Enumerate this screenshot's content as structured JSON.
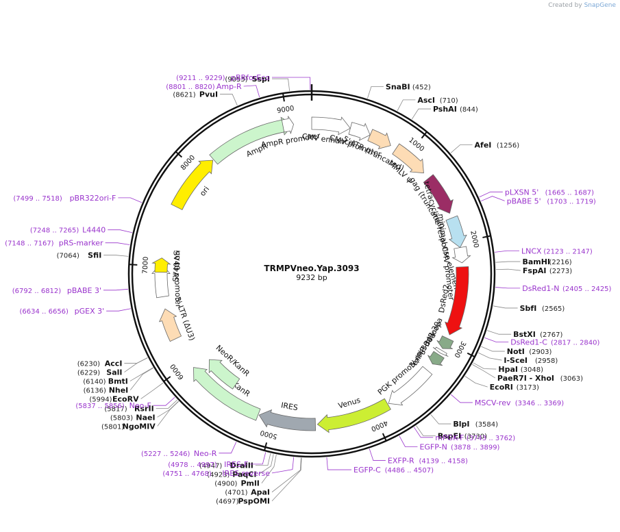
{
  "plasmid": {
    "name": "TRMPVneo.Yap.3093",
    "length_label": "9232 bp",
    "length": 9232
  },
  "brand": {
    "created_by": "Created by",
    "app": "SnapGene"
  },
  "colors": {
    "primer": "#9933cc",
    "backbone": "#111111",
    "label_text": "#111111"
  },
  "ticks": [
    "1000",
    "2000",
    "3000",
    "4000",
    "5000",
    "6000",
    "7000",
    "8000",
    "9000"
  ],
  "features": [
    {
      "name": "CMV enhancer",
      "start": 9232,
      "end": 380,
      "color": "#ffffff",
      "boxed_label": true
    },
    {
      "name": "CMV promoter",
      "start": 381,
      "end": 584,
      "color": "#ffffff"
    },
    {
      "name": "5' LTR (truncated)",
      "start": 585,
      "end": 810,
      "color": "#fddcb5"
    },
    {
      "name": "MMLV ψ",
      "start": 870,
      "end": 1230,
      "color": "#fddcb5"
    },
    {
      "name": "gag (truncated)",
      "start": 1300,
      "end": 1700,
      "color": "#9b2d65"
    },
    {
      "name": "tetracycline response element",
      "start": 1750,
      "end": 2050,
      "color": "#b8e0f0"
    },
    {
      "name": "minimal CMV promoter",
      "start": 2050,
      "end": 2200,
      "color": "#ffffff",
      "boxed_label": true
    },
    {
      "name": "DsRed2",
      "start": 2240,
      "end": 2920,
      "color": "#ee1111"
    },
    {
      "name": "5' miR-30a",
      "start": 2960,
      "end": 3070,
      "color": "#88aa88"
    },
    {
      "name": "miR-30a loop",
      "start": 3090,
      "end": 3120,
      "color": "#ffffff"
    },
    {
      "name": "3' miR-30a",
      "start": 3140,
      "end": 3250,
      "color": "#88aa88"
    },
    {
      "name": "PGK promoter",
      "start": 3330,
      "end": 3830,
      "color": "#ffffff",
      "boxed_label": true
    },
    {
      "name": "Venus",
      "start": 3840,
      "end": 4560,
      "color": "#ccee33"
    },
    {
      "name": "IRES",
      "start": 4580,
      "end": 5140,
      "color": "#a0a8b0"
    },
    {
      "name": "NeoR/KanR",
      "start": 5150,
      "end": 5940,
      "color": "#ccf5cc"
    },
    {
      "name": "NeoR/KanR",
      "start": 5500,
      "end": 5900,
      "color": "#ccf5cc",
      "inner": true
    },
    {
      "name": "3' LTR (ΔU3)",
      "start": 6270,
      "end": 6580,
      "color": "#fddcb5"
    },
    {
      "name": "SV40 promoter",
      "start": 6700,
      "end": 7030,
      "color": "#ffffff"
    },
    {
      "name": "SV40 ori",
      "start": 6940,
      "end": 7080,
      "color": "#ffee00"
    },
    {
      "name": "ori",
      "start": 7600,
      "end": 8180,
      "color": "#ffee00"
    },
    {
      "name": "AmpR",
      "start": 8190,
      "end": 9050,
      "color": "#ccf5cc"
    },
    {
      "name": "AmpR promoter",
      "start": 8950,
      "end": 9055,
      "color": "#ffffff"
    }
  ],
  "sites": [
    {
      "name": "SnaBI",
      "pos": "(452)",
      "p": 452
    },
    {
      "name": "AscI",
      "pos": "(710)",
      "p": 710
    },
    {
      "name": "PshAI",
      "pos": "(844)",
      "p": 844
    },
    {
      "name": "AfeI",
      "pos": "(1256)",
      "p": 1256
    },
    {
      "name": "BamHI",
      "pos": "(2216)",
      "p": 2216
    },
    {
      "name": "FspAI",
      "pos": "(2273)",
      "p": 2273
    },
    {
      "name": "SbfI",
      "pos": "(2565)",
      "p": 2565
    },
    {
      "name": "BstXI",
      "pos": "(2767)",
      "p": 2767
    },
    {
      "name": "NotI",
      "pos": "(2903)",
      "p": 2903
    },
    {
      "name": "I-SceI",
      "pos": "(2958)",
      "p": 2958
    },
    {
      "name": "HpaI",
      "pos": "(3048)",
      "p": 3048
    },
    {
      "name": "PaeR7I - XhoI",
      "pos": "(3063)",
      "p": 3063
    },
    {
      "name": "EcoRI",
      "pos": "(3173)",
      "p": 3173
    },
    {
      "name": "BlpI",
      "pos": "(3584)",
      "p": 3584
    },
    {
      "name": "BspEI",
      "pos": "(3730)",
      "p": 3730
    },
    {
      "name": "PspOMI",
      "pos": "(4697)",
      "p": 4697
    },
    {
      "name": "ApaI",
      "pos": "(4701)",
      "p": 4701
    },
    {
      "name": "PmlI",
      "pos": "(4900)",
      "p": 4900
    },
    {
      "name": "PaqCI",
      "pos": "(4923)",
      "p": 4923
    },
    {
      "name": "DraIII",
      "pos": "(4947)",
      "p": 4947
    },
    {
      "name": "NgoMIV",
      "pos": "(5801)",
      "p": 5801
    },
    {
      "name": "NaeI",
      "pos": "(5803)",
      "p": 5803
    },
    {
      "name": "RsrII",
      "pos": "(5817)",
      "p": 5817
    },
    {
      "name": "EcoRV",
      "pos": "(5994)",
      "p": 5994
    },
    {
      "name": "NheI",
      "pos": "(6136)",
      "p": 6136
    },
    {
      "name": "BmtI",
      "pos": "(6140)",
      "p": 6140
    },
    {
      "name": "SalI",
      "pos": "(6229)",
      "p": 6229
    },
    {
      "name": "AccI",
      "pos": "(6230)",
      "p": 6230
    },
    {
      "name": "SfiI",
      "pos": "(7064)",
      "p": 7064
    },
    {
      "name": "PvuI",
      "pos": "(8621)",
      "p": 8621
    },
    {
      "name": "SspI",
      "pos": "(9055)",
      "p": 9055
    }
  ],
  "primers": [
    {
      "name": "pBRforEco",
      "range": "(9211 .. 9229)",
      "p": 9220
    },
    {
      "name": "Amp-R",
      "range": "(8801 .. 8820)",
      "p": 8810
    },
    {
      "name": "pLXSN 5'",
      "range": "(1665 .. 1687)",
      "p": 1676
    },
    {
      "name": "pBABE 5'",
      "range": "(1703 .. 1719)",
      "p": 1711
    },
    {
      "name": "LNCX",
      "range": "(2123 .. 2147)",
      "p": 2135
    },
    {
      "name": "DsRed1-N",
      "range": "(2405 .. 2425)",
      "p": 2415
    },
    {
      "name": "DsRed1-C",
      "range": "(2817 .. 2840)",
      "p": 2828
    },
    {
      "name": "MSCV-rev",
      "range": "(3346 .. 3369)",
      "p": 3357
    },
    {
      "name": "mPGK-F",
      "range": "(3743 .. 3762)",
      "p": 3752
    },
    {
      "name": "EGFP-N",
      "range": "(3878 .. 3899)",
      "p": 3888
    },
    {
      "name": "EXFP-R",
      "range": "(4139 .. 4158)",
      "p": 4148
    },
    {
      "name": "EGFP-C",
      "range": "(4486 .. 4507)",
      "p": 4496
    },
    {
      "name": "IRES reverse",
      "range": "(4751 .. 4768)",
      "p": 4760
    },
    {
      "name": "IRES-F",
      "range": "(4978 .. 4997)",
      "p": 4987
    },
    {
      "name": "Neo-R",
      "range": "(5227 .. 5246)",
      "p": 5236
    },
    {
      "name": "Neo-F",
      "range": "(5837 .. 5856)",
      "p": 5846
    },
    {
      "name": "pGEX 3'",
      "range": "(6634 .. 6656)",
      "p": 6645
    },
    {
      "name": "pBABE 3'",
      "range": "(6792 .. 6812)",
      "p": 6802
    },
    {
      "name": "pRS-marker",
      "range": "(7148 .. 7167)",
      "p": 7157
    },
    {
      "name": "L4440",
      "range": "(7248 .. 7265)",
      "p": 7256
    },
    {
      "name": "pBR322ori-F",
      "range": "(7499 .. 7518)",
      "p": 7508
    }
  ]
}
